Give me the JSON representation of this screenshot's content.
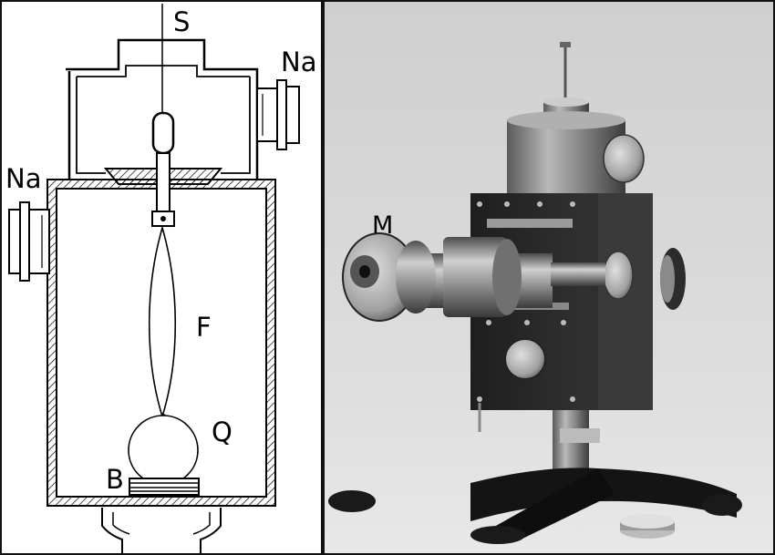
{
  "diagram": {
    "labels": {
      "S": "S",
      "Na_top": "Na",
      "Na_left": "Na",
      "F": "F",
      "Q": "Q",
      "B": "B"
    }
  },
  "photo": {
    "labels": {
      "M": "M"
    }
  }
}
